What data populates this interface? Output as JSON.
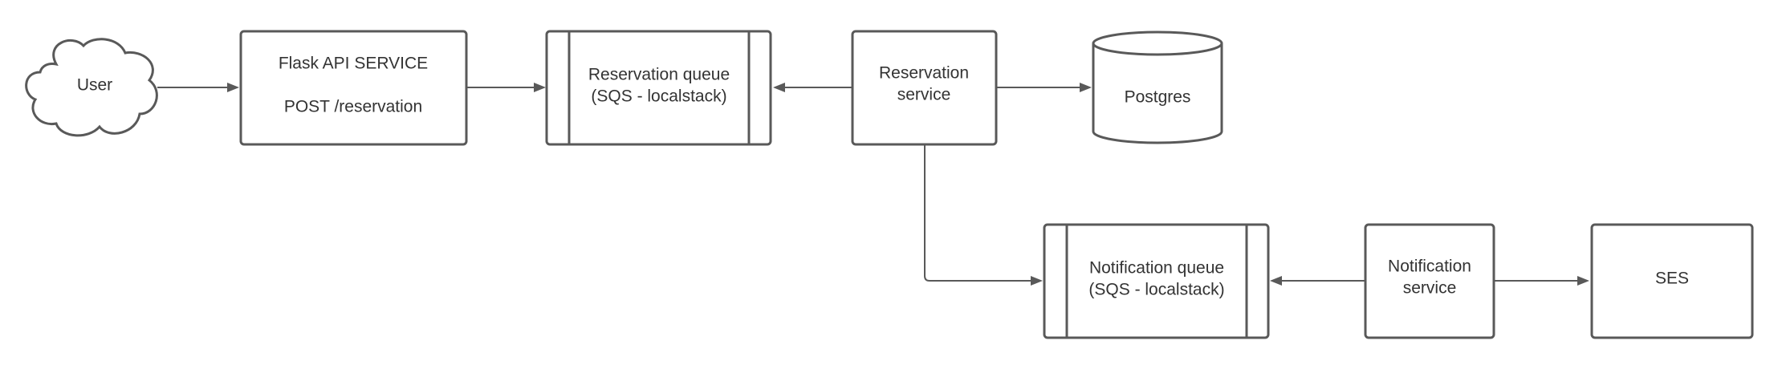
{
  "nodes": {
    "user": {
      "label": "User"
    },
    "flask_api": {
      "line1": "Flask API SERVICE",
      "line2": "POST /reservation"
    },
    "reservation_queue": {
      "line1": "Reservation queue",
      "line2": "(SQS - localstack)"
    },
    "reservation_service": {
      "line1": "Reservation",
      "line2": "service"
    },
    "postgres": {
      "label": "Postgres"
    },
    "notification_queue": {
      "line1": "Notification queue",
      "line2": "(SQS - localstack)"
    },
    "notification_service": {
      "line1": "Notification",
      "line2": "service"
    },
    "ses": {
      "label": "SES"
    }
  },
  "edges": [
    {
      "from": "user",
      "to": "flask_api"
    },
    {
      "from": "flask_api",
      "to": "reservation_queue"
    },
    {
      "from": "reservation_service",
      "to": "reservation_queue"
    },
    {
      "from": "reservation_service",
      "to": "postgres"
    },
    {
      "from": "reservation_service",
      "to": "notification_queue"
    },
    {
      "from": "notification_service",
      "to": "notification_queue"
    },
    {
      "from": "notification_service",
      "to": "ses"
    }
  ],
  "colors": {
    "stroke": "#595959",
    "text": "#333333",
    "background": "#ffffff"
  }
}
